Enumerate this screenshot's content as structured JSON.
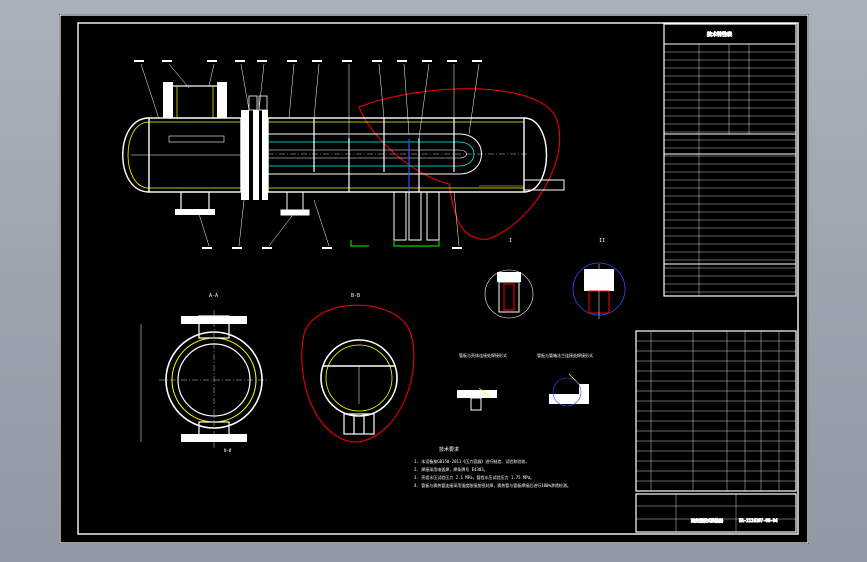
{
  "drawing": {
    "spec_table_title": "技术特性表",
    "notes_title": "技术要求",
    "part_title": "固定管板式换热器",
    "drawing_number": "EA-2116207-06-04",
    "view_labels": {
      "section_a": "A-A",
      "section_b": "B-B",
      "detail_i": "I",
      "detail_ii": "II",
      "scale_label": "N-Ø"
    },
    "detail_captions": [
      "管板与壳体连接处焊接形式",
      "管板与管箱法兰连接处焊接形式"
    ],
    "notes": [
      "1. 本设备按GB150-2011《压力容器》进行制造、试验和验收。",
      "2. 焊接采用电弧焊，焊条牌号 E4303。",
      "3. 壳程水压试验压力 2.1 MPa，管程水压试验压力 1.75 MPa。",
      "4. 管板与换热管连接采用强度胀接加密封焊，换热管与管板焊接后进行100%渗透检测。"
    ],
    "colors": {
      "line": "#ffffff",
      "shell": "#ffff00",
      "tube": "#00ffff",
      "nozzle": "#00ff00",
      "revision_cloud": "#ff0000",
      "axis": "#3050ff",
      "sheet": "#000000"
    }
  }
}
